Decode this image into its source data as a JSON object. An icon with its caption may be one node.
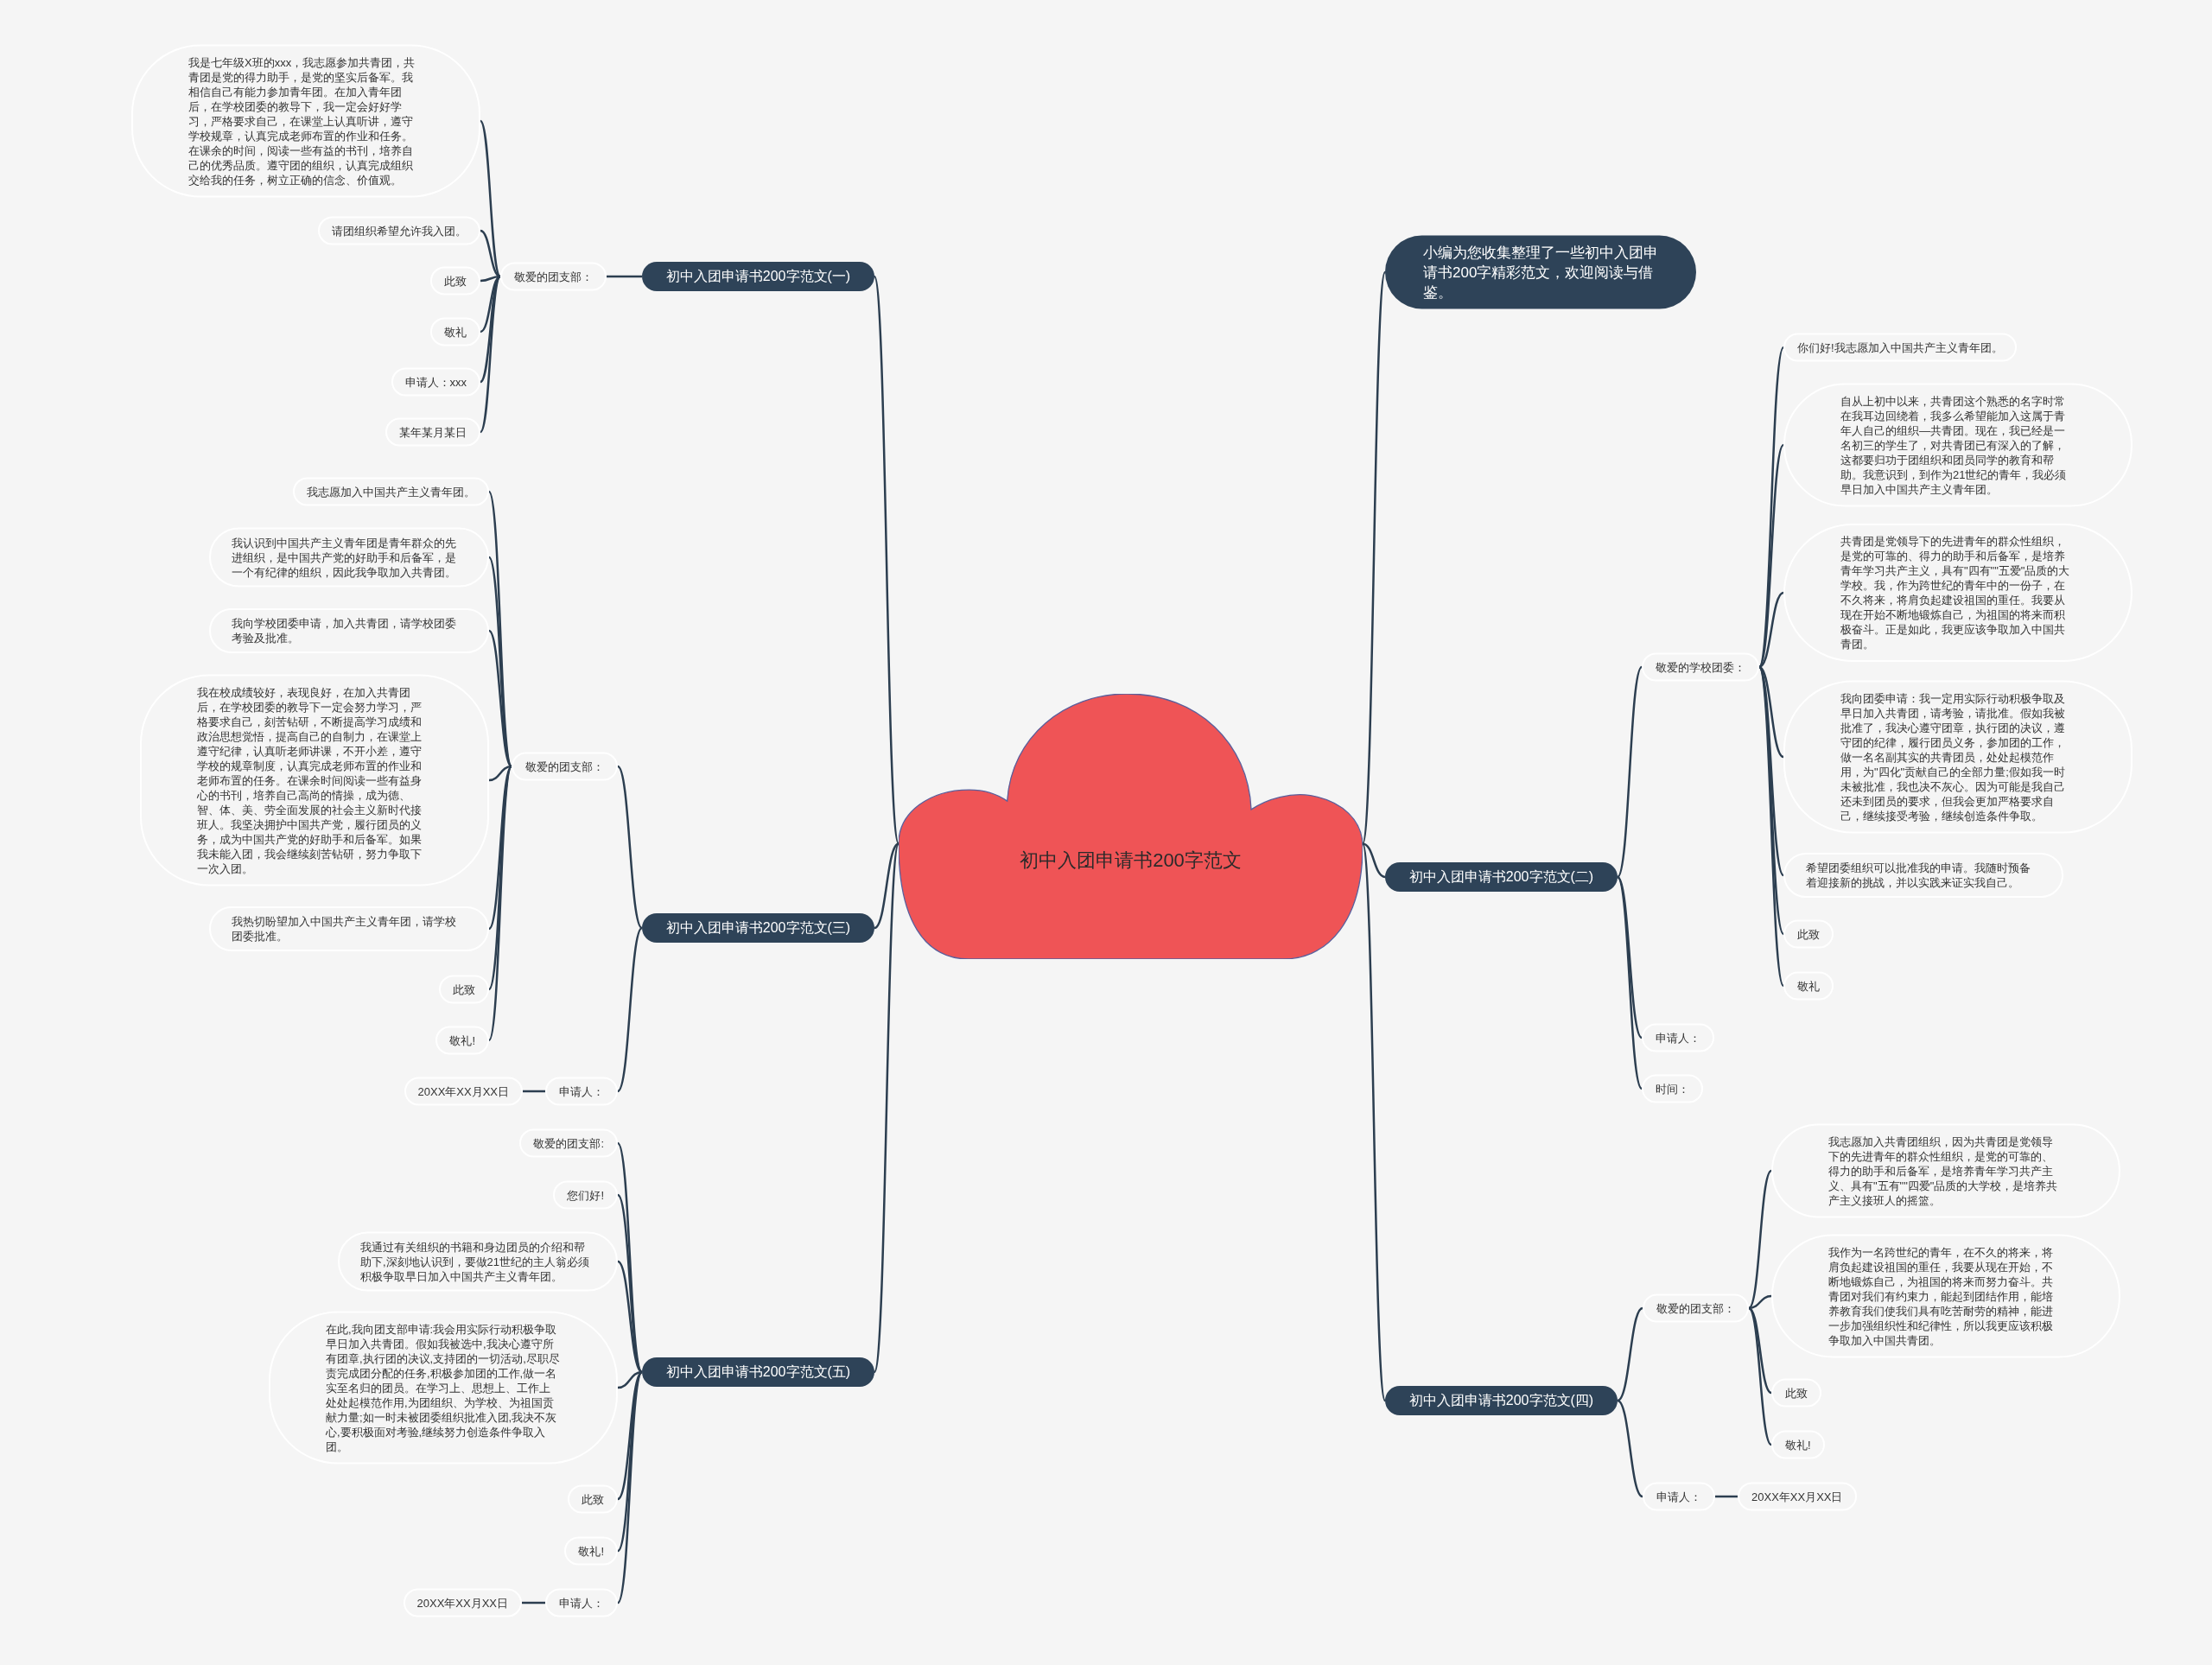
{
  "diagram": {
    "nodes": [
      {
        "text": [
          "初中入团申请书200字范文"
        ]
      },
      {
        "text": [
          "初中入团申请书200字范文(一)"
        ]
      },
      {
        "text": [
          "敬爱的团支部："
        ]
      },
      {
        "text": [
          "我是七年级X班的xxx，我志愿参加共青团，共青团是党的得力助手，是党的坚实后备军。我相信自己有能力参加青年团。在加入青年团后，在学校团委的教导下，我一定会好好学习，严格要求自己，在课堂上认真听讲，遵守学校规章，认真完成老师布置的作业和任务。在课余的时间，阅读一些有益的书刊，培养自己的优秀品质。遵守团的组织，认真完成组织交给我的任务，树立正确的信念、价值观。"
        ]
      },
      {
        "text": [
          "请团组织希望允许我入团。"
        ]
      },
      {
        "text": [
          "此致"
        ]
      },
      {
        "text": [
          "敬礼"
        ]
      },
      {
        "text": [
          "申请人：xxx"
        ]
      },
      {
        "text": [
          "某年某月某日"
        ]
      },
      {
        "text": [
          "初中入团申请书200字范文(三)"
        ]
      },
      {
        "text": [
          "敬爱的团支部："
        ]
      },
      {
        "text": [
          "我志愿加入中国共产主义青年团。"
        ]
      },
      {
        "text": [
          "我认识到中国共产主义青年团是青年群众的先进组织，是中国共产党的好助手和后备军，是一个有纪律的组织，因此我争取加入共青团。"
        ]
      },
      {
        "text": [
          "我向学校团委申请，加入共青团，请学校团委考验及批准。"
        ]
      },
      {
        "text": [
          "我在校成绩较好，表现良好，在加入共青团后，在学校团委的教导下一定会努力学习，严格要求自己，刻苦钻研，不断提高学习成绩和政治思想觉悟，提高自己的自制力，在课堂上遵守纪律，认真听老师讲课，不开小差，遵守学校的规章制度，认真完成老师布置的作业和老师布置的任务。在课余时间阅读一些有益身心的书刊，培养自己高尚的情操，成为德、智、体、美、劳全面发展的社会主义新时代接班人。我坚决拥护中国共产党，履行团员的义务，成为中国共产党的好助手和后备军。如果我未能入团，我会继续刻苦钻研，努力争取下一次入团。"
        ]
      },
      {
        "text": [
          "我热切盼望加入中国共产主义青年团，请学校团委批准。"
        ]
      },
      {
        "text": [
          "此致"
        ]
      },
      {
        "text": [
          "敬礼!"
        ]
      },
      {
        "text": [
          "申请人："
        ]
      },
      {
        "text": [
          "20XX年XX月XX日"
        ]
      },
      {
        "text": [
          "初中入团申请书200字范文(五)"
        ]
      },
      {
        "text": [
          "敬爱的团支部:"
        ]
      },
      {
        "text": [
          "您们好!"
        ]
      },
      {
        "text": [
          "我通过有关组织的书籍和身边团员的介绍和帮助下,深刻地认识到，要做21世纪的主人翁必须积极争取早日加入中国共产主义青年团。"
        ]
      },
      {
        "text": [
          "在此,我向团支部申请:我会用实际行动积极争取早日加入共青团。假如我被选中,我决心遵守所有团章,执行团的决议,支持团的一切活动,尽职尽责完成团分配的任务,积极参加团的工作,做一名实至名归的团员。在学习上、思想上、工作上处处起模范作用,为团组织、为学校、为祖国贡献力量;如一时未被团委组织批准入团,我决不灰心,要积极面对考验,继续努力创造条件争取入团。"
        ]
      },
      {
        "text": [
          "此致"
        ]
      },
      {
        "text": [
          "敬礼!"
        ]
      },
      {
        "text": [
          "申请人："
        ]
      },
      {
        "text": [
          "20XX年XX月XX日"
        ]
      },
      {
        "text": [
          "小编为您收集整理了一些初中入团申请书200字精彩范文，欢迎阅读与借鉴。"
        ]
      },
      {
        "text": [
          "初中入团申请书200字范文(二)"
        ]
      },
      {
        "text": [
          "敬爱的学校团委："
        ]
      },
      {
        "text": [
          "你们好!我志愿加入中国共产主义青年团。"
        ]
      },
      {
        "text": [
          "自从上初中以来，共青团这个熟悉的名字时常在我耳边回绕着，我多么希望能加入这属于青年人自己的组织—共青团。现在，我已经是一名初三的学生了，对共青团已有深入的了解，这都要归功于团组织和团员同学的教育和帮助。我意识到，到作为21世纪的青年，我必须早日加入中国共产主义青年团。"
        ]
      },
      {
        "text": [
          "共青团是党领导下的先进青年的群众性组织，是党的可靠的、得力的助手和后备军，是培养青年学习共产主义，具有\"四有\"\"五爱\"品质的大学校。我，作为跨世纪的青年中的一份子，在不久将来，将肩负起建设祖国的重任。我要从现在开始不断地锻炼自己，为祖国的将来而积极奋斗。正是如此，我更应该争取加入中国共青团。"
        ]
      },
      {
        "text": [
          "我向团委申请：我一定用实际行动积极争取及早日加入共青团，请考验，请批准。假如我被批准了，我决心遵守团章，执行团的决议，遵守团的纪律，履行团员义务，参加团的工作，做一名名副其实的共青团员，处处起模范作用，为\"四化\"贡献自己的全部力量;假如我一时未被批准，我也决不灰心。因为可能是我自己还未到团员的要求，但我会更加严格要求自己，继续接受考验，继续创造条件争取。"
        ]
      },
      {
        "text": [
          "希望团委组织可以批准我的申请。我随时预备着迎接新的挑战，并以实践来证实我自己。"
        ]
      },
      {
        "text": [
          "此致"
        ]
      },
      {
        "text": [
          "敬礼"
        ]
      },
      {
        "text": [
          "申请人："
        ]
      },
      {
        "text": [
          "时间："
        ]
      },
      {
        "text": [
          "初中入团申请书200字范文(四)"
        ]
      },
      {
        "text": [
          "敬爱的团支部："
        ]
      },
      {
        "text": [
          "我志愿加入共青团组织，因为共青团是党领导下的先进青年的群众性组织，是党的可靠的、得力的助手和后备军，是培养青年学习共产主义、具有\"五有\"\"四爱\"品质的大学校，是培养共产主义接班人的摇篮。"
        ]
      },
      {
        "text": [
          "我作为一名跨世纪的青年，在不久的将来，将肩负起建设祖国的重任，我要从现在开始，不断地锻炼自己，为祖国的将来而努力奋斗。共青团对我们有约束力，能起到团结作用，能培养教育我们使我们具有吃苦耐劳的精神，能进一步加强组织性和纪律性，所以我更应该积极争取加入中国共青团。"
        ]
      },
      {
        "text": [
          "此致"
        ]
      },
      {
        "text": [
          "敬礼!"
        ]
      },
      {
        "text": [
          "申请人："
        ]
      },
      {
        "text": [
          "20XX年XX月XX日"
        ]
      }
    ],
    "edges": [
      {
        "from": 0,
        "to": 1,
        "arrow": "none"
      },
      {
        "from": 1,
        "to": 2,
        "arrow": "none"
      },
      {
        "from": 2,
        "to": 3,
        "arrow": "none"
      },
      {
        "from": 2,
        "to": 4,
        "arrow": "none"
      },
      {
        "from": 2,
        "to": 5,
        "arrow": "none"
      },
      {
        "from": 2,
        "to": 6,
        "arrow": "none"
      },
      {
        "from": 2,
        "to": 7,
        "arrow": "none"
      },
      {
        "from": 2,
        "to": 8,
        "arrow": "none"
      },
      {
        "from": 0,
        "to": 9,
        "arrow": "none"
      },
      {
        "from": 9,
        "to": 10,
        "arrow": "none"
      },
      {
        "from": 10,
        "to": 11,
        "arrow": "none"
      },
      {
        "from": 10,
        "to": 12,
        "arrow": "none"
      },
      {
        "from": 10,
        "to": 13,
        "arrow": "none"
      },
      {
        "from": 10,
        "to": 14,
        "arrow": "none"
      },
      {
        "from": 10,
        "to": 15,
        "arrow": "none"
      },
      {
        "from": 10,
        "to": 16,
        "arrow": "none"
      },
      {
        "from": 10,
        "to": 17,
        "arrow": "none"
      },
      {
        "from": 9,
        "to": 18,
        "arrow": "none"
      },
      {
        "from": 18,
        "to": 19,
        "arrow": "none"
      },
      {
        "from": 0,
        "to": 20,
        "arrow": "none"
      },
      {
        "from": 20,
        "to": 21,
        "arrow": "none"
      },
      {
        "from": 20,
        "to": 22,
        "arrow": "none"
      },
      {
        "from": 20,
        "to": 23,
        "arrow": "none"
      },
      {
        "from": 20,
        "to": 24,
        "arrow": "none"
      },
      {
        "from": 20,
        "to": 25,
        "arrow": "none"
      },
      {
        "from": 20,
        "to": 26,
        "arrow": "none"
      },
      {
        "from": 20,
        "to": 27,
        "arrow": "none"
      },
      {
        "from": 27,
        "to": 28,
        "arrow": "none"
      },
      {
        "from": 0,
        "to": 29,
        "arrow": "none"
      },
      {
        "from": 0,
        "to": 30,
        "arrow": "none"
      },
      {
        "from": 30,
        "to": 31,
        "arrow": "none"
      },
      {
        "from": 31,
        "to": 32,
        "arrow": "none"
      },
      {
        "from": 31,
        "to": 33,
        "arrow": "none"
      },
      {
        "from": 31,
        "to": 34,
        "arrow": "none"
      },
      {
        "from": 31,
        "to": 35,
        "arrow": "none"
      },
      {
        "from": 31,
        "to": 36,
        "arrow": "none"
      },
      {
        "from": 31,
        "to": 37,
        "arrow": "none"
      },
      {
        "from": 31,
        "to": 38,
        "arrow": "none"
      },
      {
        "from": 30,
        "to": 39,
        "arrow": "none"
      },
      {
        "from": 30,
        "to": 40,
        "arrow": "none"
      },
      {
        "from": 0,
        "to": 41,
        "arrow": "none"
      },
      {
        "from": 41,
        "to": 42,
        "arrow": "none"
      },
      {
        "from": 42,
        "to": 43,
        "arrow": "none"
      },
      {
        "from": 42,
        "to": 44,
        "arrow": "none"
      },
      {
        "from": 42,
        "to": 45,
        "arrow": "none"
      },
      {
        "from": 42,
        "to": 46,
        "arrow": "none"
      },
      {
        "from": 41,
        "to": 47,
        "arrow": "none"
      },
      {
        "from": 47,
        "to": 48,
        "arrow": "none"
      }
    ]
  }
}
